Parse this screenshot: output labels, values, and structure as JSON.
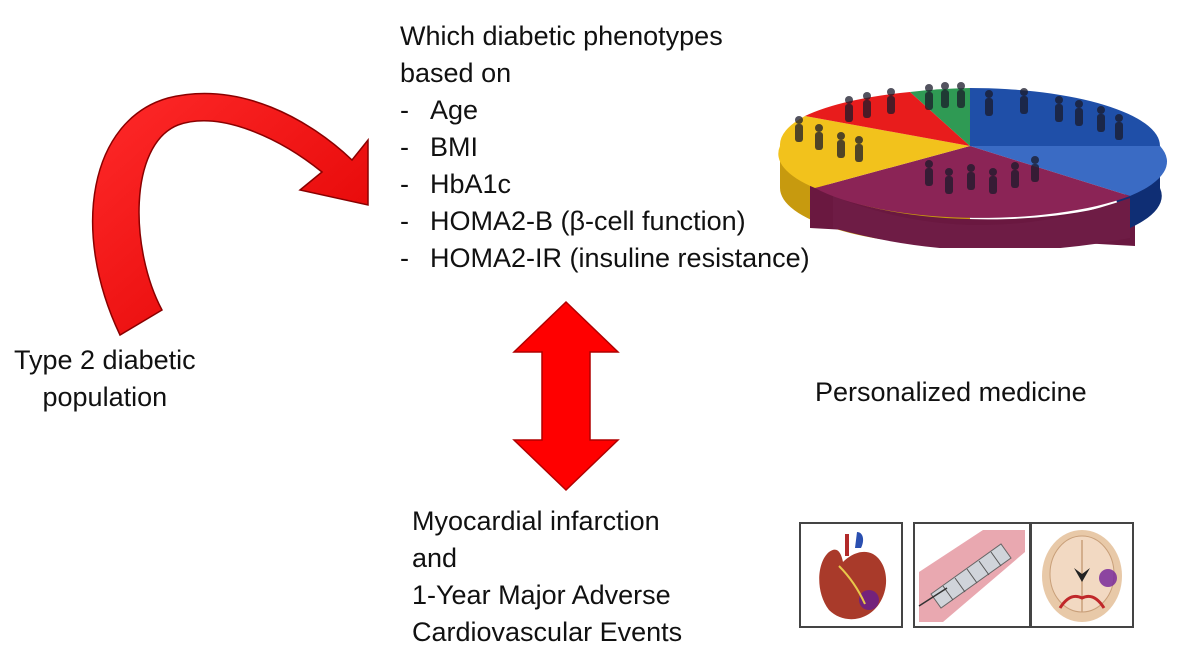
{
  "question": {
    "lines": [
      "Which diabetic phenotypes",
      "based on"
    ],
    "criteria": [
      "Age",
      "BMI",
      "HbA1c",
      "HOMA2-B (β-cell function)",
      "HOMA2-IR (insuline resistance)"
    ],
    "bullet": "-"
  },
  "population": {
    "lines": [
      "Type 2 diabetic",
      "population"
    ]
  },
  "personalized": {
    "label": "Personalized medicine"
  },
  "outcomes": {
    "lines": [
      "Myocardial infarction",
      "and",
      "1-Year Major Adverse",
      "Cardiovascular Events"
    ]
  },
  "colors": {
    "arrow": "#ff0000",
    "arrow_dark": "#b00000",
    "pie_blue": "#1f4fa8",
    "pie_purple": "#8b2456",
    "pie_yellow": "#f2c21c",
    "pie_red": "#e81c1c",
    "pie_green": "#2f9a54",
    "icon_border": "#444444"
  },
  "icons": [
    "heart-icon",
    "stent-icon",
    "brain-icon",
    "people-pie-chart-icon"
  ]
}
